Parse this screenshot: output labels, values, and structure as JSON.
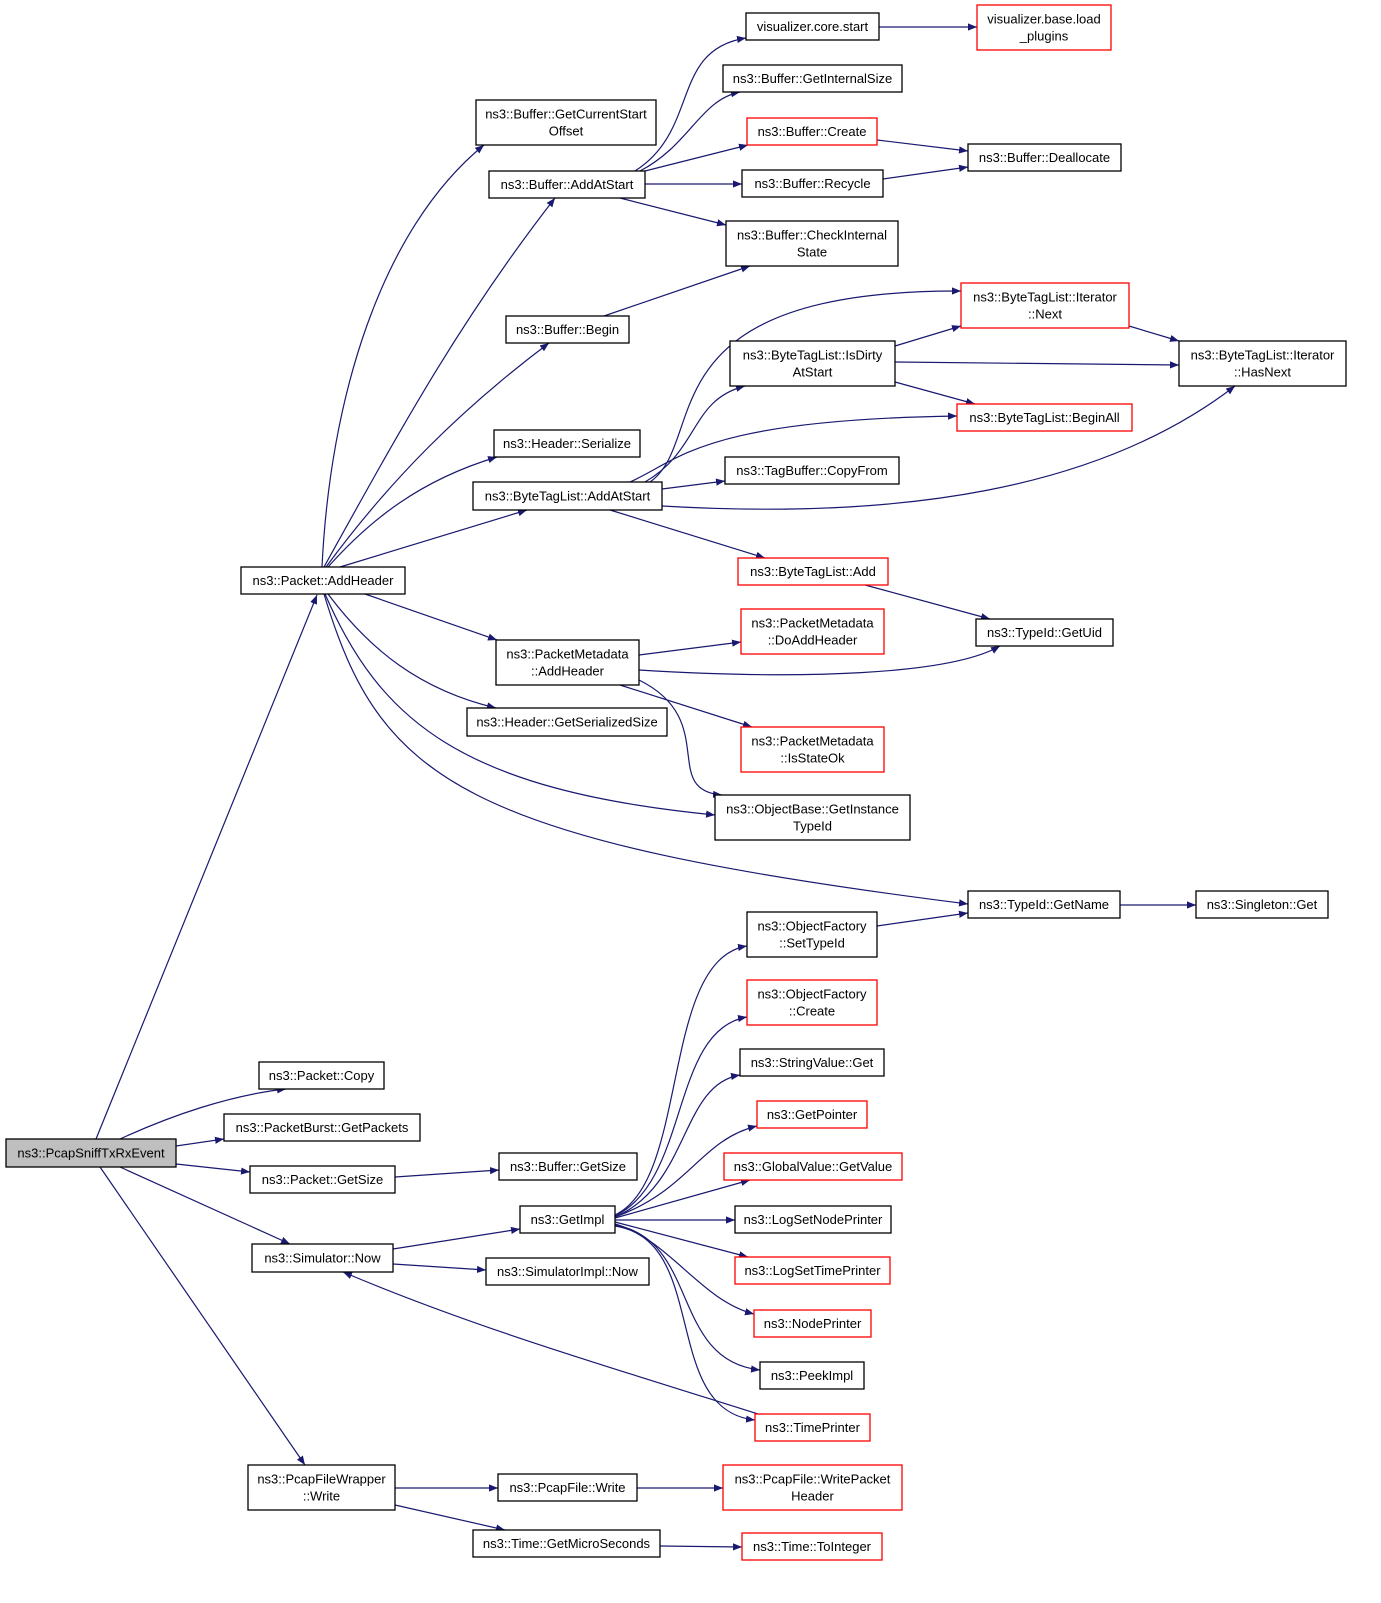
{
  "diagram": {
    "type": "doxygen-call-graph",
    "colors": {
      "edge": "#191970",
      "node_border": "#000000",
      "truncated_border": "#ff0000",
      "root_fill": "#bfbfbf"
    },
    "nodes": [
      {
        "id": "root",
        "lines": [
          "ns3::PcapSniffTxRxEvent"
        ],
        "style": "root"
      },
      {
        "id": "addheader",
        "lines": [
          "ns3::Packet::AddHeader"
        ],
        "style": "black"
      },
      {
        "id": "pkcopy",
        "lines": [
          "ns3::Packet::Copy"
        ],
        "style": "black"
      },
      {
        "id": "pburst",
        "lines": [
          "ns3::PacketBurst::GetPackets"
        ],
        "style": "black"
      },
      {
        "id": "pkgetsize",
        "lines": [
          "ns3::Packet::GetSize"
        ],
        "style": "black"
      },
      {
        "id": "simnow",
        "lines": [
          "ns3::Simulator::Now"
        ],
        "style": "black"
      },
      {
        "id": "pfwwrite",
        "lines": [
          "ns3::PcapFileWrapper",
          "::Write"
        ],
        "style": "black"
      },
      {
        "id": "bufgcso",
        "lines": [
          "ns3::Buffer::GetCurrentStart",
          "Offset"
        ],
        "style": "black"
      },
      {
        "id": "bufaas",
        "lines": [
          "ns3::Buffer::AddAtStart"
        ],
        "style": "black"
      },
      {
        "id": "bufbegin",
        "lines": [
          "ns3::Buffer::Begin"
        ],
        "style": "black"
      },
      {
        "id": "hdrser",
        "lines": [
          "ns3::Header::Serialize"
        ],
        "style": "black"
      },
      {
        "id": "btlaas",
        "lines": [
          "ns3::ByteTagList::AddAtStart"
        ],
        "style": "black"
      },
      {
        "id": "pmah",
        "lines": [
          "ns3::PacketMetadata",
          "::AddHeader"
        ],
        "style": "black"
      },
      {
        "id": "hdrgss",
        "lines": [
          "ns3::Header::GetSerializedSize"
        ],
        "style": "black"
      },
      {
        "id": "bufgetsize",
        "lines": [
          "ns3::Buffer::GetSize"
        ],
        "style": "black"
      },
      {
        "id": "getimpl",
        "lines": [
          "ns3::GetImpl"
        ],
        "style": "black"
      },
      {
        "id": "simimplnow",
        "lines": [
          "ns3::SimulatorImpl::Now"
        ],
        "style": "black"
      },
      {
        "id": "pfwrite",
        "lines": [
          "ns3::PcapFile::Write"
        ],
        "style": "black"
      },
      {
        "id": "timegms",
        "lines": [
          "ns3::Time::GetMicroSeconds"
        ],
        "style": "black"
      },
      {
        "id": "viscore",
        "lines": [
          "visualizer.core.start"
        ],
        "style": "black"
      },
      {
        "id": "visload",
        "lines": [
          "visualizer.base.load",
          "_plugins"
        ],
        "style": "red"
      },
      {
        "id": "bufgis",
        "lines": [
          "ns3::Buffer::GetInternalSize"
        ],
        "style": "black"
      },
      {
        "id": "bufcreate",
        "lines": [
          "ns3::Buffer::Create"
        ],
        "style": "red"
      },
      {
        "id": "bufdealloc",
        "lines": [
          "ns3::Buffer::Deallocate"
        ],
        "style": "black"
      },
      {
        "id": "bufrecycle",
        "lines": [
          "ns3::Buffer::Recycle"
        ],
        "style": "black"
      },
      {
        "id": "bufcis",
        "lines": [
          "ns3::Buffer::CheckInternal",
          "State"
        ],
        "style": "black"
      },
      {
        "id": "btlinext",
        "lines": [
          "ns3::ByteTagList::Iterator",
          "::Next"
        ],
        "style": "red"
      },
      {
        "id": "btlidas",
        "lines": [
          "ns3::ByteTagList::IsDirty",
          "AtStart"
        ],
        "style": "black"
      },
      {
        "id": "btlihn",
        "lines": [
          "ns3::ByteTagList::Iterator",
          "::HasNext"
        ],
        "style": "black"
      },
      {
        "id": "btlba",
        "lines": [
          "ns3::ByteTagList::BeginAll"
        ],
        "style": "red"
      },
      {
        "id": "tbcf",
        "lines": [
          "ns3::TagBuffer::CopyFrom"
        ],
        "style": "black"
      },
      {
        "id": "btladd",
        "lines": [
          "ns3::ByteTagList::Add"
        ],
        "style": "red"
      },
      {
        "id": "tidgu",
        "lines": [
          "ns3::TypeId::GetUid"
        ],
        "style": "black"
      },
      {
        "id": "pmdah",
        "lines": [
          "ns3::PacketMetadata",
          "::DoAddHeader"
        ],
        "style": "red"
      },
      {
        "id": "pmiso",
        "lines": [
          "ns3::PacketMetadata",
          "::IsStateOk"
        ],
        "style": "red"
      },
      {
        "id": "obgit",
        "lines": [
          "ns3::ObjectBase::GetInstance",
          "TypeId"
        ],
        "style": "black"
      },
      {
        "id": "tidgn",
        "lines": [
          "ns3::TypeId::GetName"
        ],
        "style": "black"
      },
      {
        "id": "singget",
        "lines": [
          "ns3::Singleton::Get"
        ],
        "style": "black"
      },
      {
        "id": "ofst",
        "lines": [
          "ns3::ObjectFactory",
          "::SetTypeId"
        ],
        "style": "black"
      },
      {
        "id": "ofcreate",
        "lines": [
          "ns3::ObjectFactory",
          "::Create"
        ],
        "style": "red"
      },
      {
        "id": "svget",
        "lines": [
          "ns3::StringValue::Get"
        ],
        "style": "black"
      },
      {
        "id": "getptr",
        "lines": [
          "ns3::GetPointer"
        ],
        "style": "red"
      },
      {
        "id": "gvgv",
        "lines": [
          "ns3::GlobalValue::GetValue"
        ],
        "style": "red"
      },
      {
        "id": "lsnp",
        "lines": [
          "ns3::LogSetNodePrinter"
        ],
        "style": "black"
      },
      {
        "id": "lstp",
        "lines": [
          "ns3::LogSetTimePrinter"
        ],
        "style": "red"
      },
      {
        "id": "nodeprn",
        "lines": [
          "ns3::NodePrinter"
        ],
        "style": "red"
      },
      {
        "id": "peekimpl",
        "lines": [
          "ns3::PeekImpl"
        ],
        "style": "black"
      },
      {
        "id": "timeprn",
        "lines": [
          "ns3::TimePrinter"
        ],
        "style": "red"
      },
      {
        "id": "pfwph",
        "lines": [
          "ns3::PcapFile::WritePacket",
          "Header"
        ],
        "style": "red"
      },
      {
        "id": "timetoint",
        "lines": [
          "ns3::Time::ToInteger"
        ],
        "style": "red"
      }
    ],
    "edges": [
      [
        "root",
        "addheader"
      ],
      [
        "root",
        "pkcopy"
      ],
      [
        "root",
        "pburst"
      ],
      [
        "root",
        "pkgetsize"
      ],
      [
        "root",
        "simnow"
      ],
      [
        "root",
        "pfwwrite"
      ],
      [
        "addheader",
        "bufgcso"
      ],
      [
        "addheader",
        "bufaas"
      ],
      [
        "addheader",
        "bufbegin"
      ],
      [
        "addheader",
        "hdrser"
      ],
      [
        "addheader",
        "btlaas"
      ],
      [
        "addheader",
        "pmah"
      ],
      [
        "addheader",
        "hdrgss"
      ],
      [
        "addheader",
        "obgit"
      ],
      [
        "addheader",
        "tidgn"
      ],
      [
        "bufaas",
        "viscore"
      ],
      [
        "bufaas",
        "bufgis"
      ],
      [
        "bufaas",
        "bufcreate"
      ],
      [
        "bufaas",
        "bufrecycle"
      ],
      [
        "bufaas",
        "bufcis"
      ],
      [
        "viscore",
        "visload"
      ],
      [
        "bufcreate",
        "bufdealloc"
      ],
      [
        "bufrecycle",
        "bufdealloc"
      ],
      [
        "bufbegin",
        "bufcis"
      ],
      [
        "btlaas",
        "btlinext"
      ],
      [
        "btlaas",
        "btlidas"
      ],
      [
        "btlaas",
        "btlba"
      ],
      [
        "btlaas",
        "tbcf"
      ],
      [
        "btlaas",
        "btlihn"
      ],
      [
        "btlaas",
        "btladd"
      ],
      [
        "btlidas",
        "btlinext"
      ],
      [
        "btlidas",
        "btlihn"
      ],
      [
        "btlidas",
        "btlba"
      ],
      [
        "btlinext",
        "btlihn"
      ],
      [
        "btladd",
        "tidgu"
      ],
      [
        "pmah",
        "pmdah"
      ],
      [
        "pmah",
        "tidgu"
      ],
      [
        "pmah",
        "pmiso"
      ],
      [
        "pmah",
        "obgit"
      ],
      [
        "tidgn",
        "singget"
      ],
      [
        "ofst",
        "tidgn"
      ],
      [
        "pkgetsize",
        "bufgetsize"
      ],
      [
        "simnow",
        "getimpl"
      ],
      [
        "simnow",
        "simimplnow"
      ],
      [
        "getimpl",
        "ofst"
      ],
      [
        "getimpl",
        "ofcreate"
      ],
      [
        "getimpl",
        "svget"
      ],
      [
        "getimpl",
        "getptr"
      ],
      [
        "getimpl",
        "gvgv"
      ],
      [
        "getimpl",
        "lsnp"
      ],
      [
        "getimpl",
        "lstp"
      ],
      [
        "getimpl",
        "nodeprn"
      ],
      [
        "getimpl",
        "peekimpl"
      ],
      [
        "getimpl",
        "timeprn"
      ],
      [
        "timeprn",
        "simnow"
      ],
      [
        "pfwwrite",
        "pfwrite"
      ],
      [
        "pfwwrite",
        "timegms"
      ],
      [
        "pfwrite",
        "pfwph"
      ],
      [
        "timegms",
        "timetoint"
      ]
    ]
  }
}
